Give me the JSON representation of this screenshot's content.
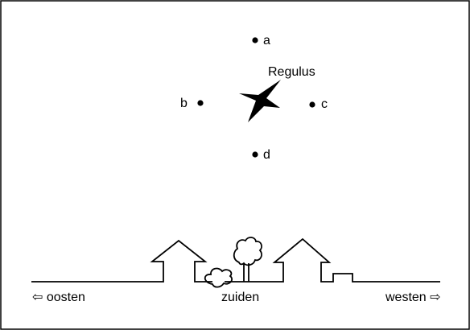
{
  "stars": {
    "main": "Regulus",
    "a": "a",
    "b": "b",
    "c": "c",
    "d": "d"
  },
  "directions": {
    "east": "⇦ oosten",
    "south": "zuiden",
    "west": "westen ⇨"
  }
}
